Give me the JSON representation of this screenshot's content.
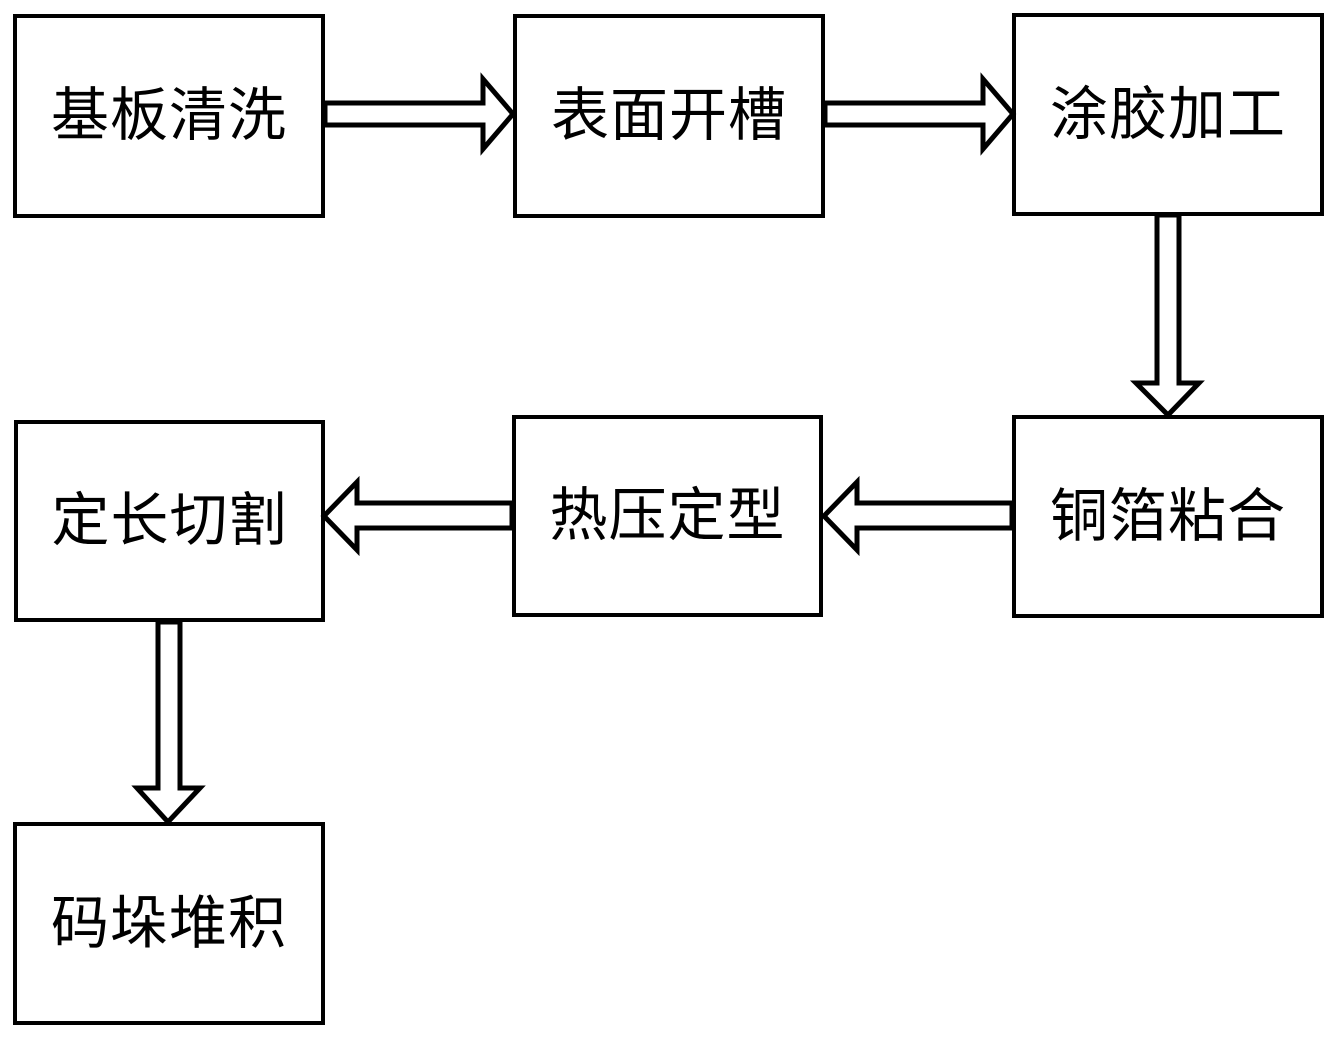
{
  "flowchart": {
    "type": "process-flow",
    "background": "#ffffff",
    "colors": {
      "line": "#000000",
      "node_fill": "#ffffff",
      "text": "#000000"
    },
    "nodes": [
      {
        "id": "substrate-cleaning",
        "label": "基板清洗"
      },
      {
        "id": "surface-grooving",
        "label": "表面开槽"
      },
      {
        "id": "glue-coating",
        "label": "涂胶加工"
      },
      {
        "id": "copper-foil-bonding",
        "label": "铜箔粘合"
      },
      {
        "id": "hot-press-forming",
        "label": "热压定型"
      },
      {
        "id": "fixed-length-cutting",
        "label": "定长切割"
      },
      {
        "id": "palletizing-stacking",
        "label": "码垛堆积"
      }
    ],
    "edges": [
      {
        "from": "substrate-cleaning",
        "to": "surface-grooving",
        "direction": "right"
      },
      {
        "from": "surface-grooving",
        "to": "glue-coating",
        "direction": "right"
      },
      {
        "from": "glue-coating",
        "to": "copper-foil-bonding",
        "direction": "down"
      },
      {
        "from": "copper-foil-bonding",
        "to": "hot-press-forming",
        "direction": "left"
      },
      {
        "from": "hot-press-forming",
        "to": "fixed-length-cutting",
        "direction": "left"
      },
      {
        "from": "fixed-length-cutting",
        "to": "palletizing-stacking",
        "direction": "down"
      }
    ]
  }
}
